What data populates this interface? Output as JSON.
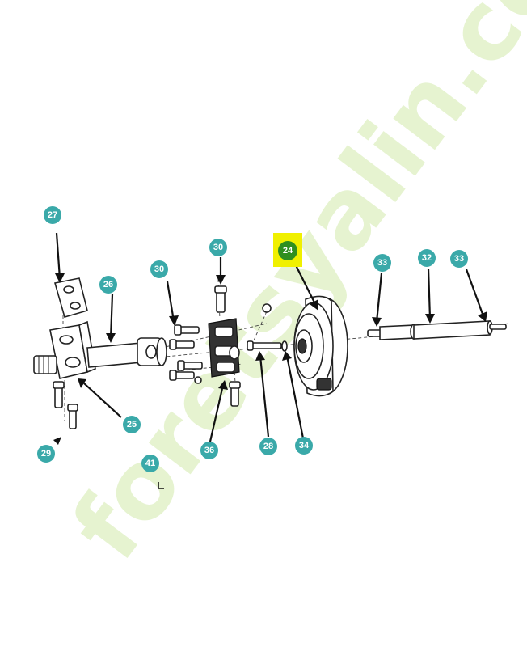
{
  "colors": {
    "callout": "#3aa9a9",
    "callout_highlight_bg": "#f0f000",
    "callout_highlight_circle": "#2f8f1f",
    "watermark_front": "#c9e59a",
    "watermark_mid": "#f6cf98",
    "watermark_back": "#cfc7b4"
  },
  "watermark": {
    "text": "foretsyalin.com"
  },
  "callouts": [
    {
      "id": "c27",
      "label": "27"
    },
    {
      "id": "c26",
      "label": "26"
    },
    {
      "id": "c30a",
      "label": "30"
    },
    {
      "id": "c30b",
      "label": "30"
    },
    {
      "id": "c24",
      "label": "24",
      "highlighted": true
    },
    {
      "id": "c33a",
      "label": "33"
    },
    {
      "id": "c32",
      "label": "32"
    },
    {
      "id": "c33b",
      "label": "33"
    },
    {
      "id": "c25",
      "label": "25"
    },
    {
      "id": "c29",
      "label": "29"
    },
    {
      "id": "c36",
      "label": "36"
    },
    {
      "id": "c28",
      "label": "28"
    },
    {
      "id": "c34",
      "label": "34"
    },
    {
      "id": "c41",
      "label": "41"
    }
  ]
}
